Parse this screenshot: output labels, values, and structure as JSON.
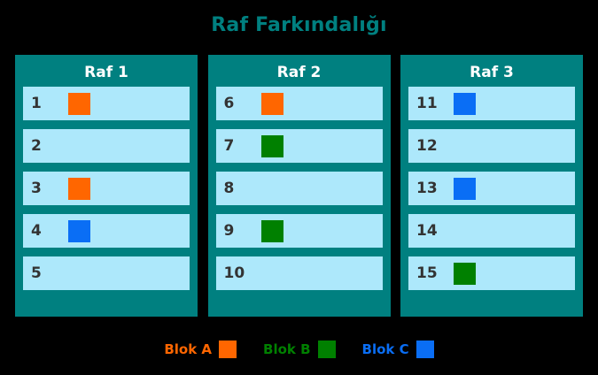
{
  "title": "Raf Farkındalığı",
  "colors": {
    "background": "#000000",
    "panel": "#008080",
    "slot": "#ADE8FB",
    "title_text": "#008080",
    "header_text": "#FFFFFF",
    "number_text": "#333333",
    "block_a": "#FF6600",
    "block_b": "#008000",
    "block_c": "#0A6EF5"
  },
  "shelves": [
    {
      "name": "shelf-1",
      "header": "Raf 1",
      "slots": [
        {
          "number": "1",
          "block": "block_a"
        },
        {
          "number": "2",
          "block": ""
        },
        {
          "number": "3",
          "block": "block_a"
        },
        {
          "number": "4",
          "block": "block_c"
        },
        {
          "number": "5",
          "block": ""
        }
      ]
    },
    {
      "name": "shelf-2",
      "header": "Raf 2",
      "slots": [
        {
          "number": "6",
          "block": "block_a"
        },
        {
          "number": "7",
          "block": "block_b"
        },
        {
          "number": "8",
          "block": ""
        },
        {
          "number": "9",
          "block": "block_b"
        },
        {
          "number": "10",
          "block": ""
        }
      ]
    },
    {
      "name": "shelf-3",
      "header": "Raf 3",
      "slots": [
        {
          "number": "11",
          "block": "block_c"
        },
        {
          "number": "12",
          "block": ""
        },
        {
          "number": "13",
          "block": "block_c"
        },
        {
          "number": "14",
          "block": ""
        },
        {
          "number": "15",
          "block": "block_b"
        }
      ]
    }
  ],
  "legend": [
    {
      "label": "Blok A",
      "color_key": "block_a"
    },
    {
      "label": "Blok B",
      "color_key": "block_b"
    },
    {
      "label": "Blok C",
      "color_key": "block_c"
    }
  ]
}
